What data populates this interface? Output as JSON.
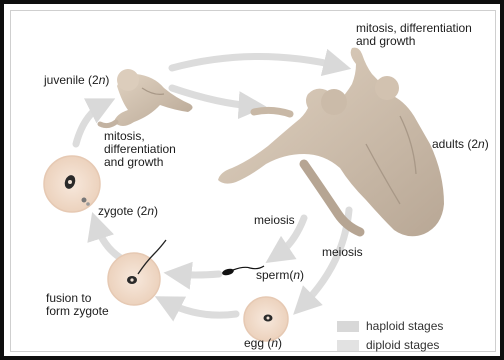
{
  "labels": {
    "mitosis_top": [
      "mitosis, differentiation",
      "and growth"
    ],
    "juvenile": "juvenile (2",
    "juvenile_n": "n",
    "juvenile_close": ")",
    "mitosis_left": [
      "mitosis,",
      "differentiation",
      "and growth"
    ],
    "adults": "adults (2",
    "adults_n": "n",
    "adults_close": ")",
    "zygote": "zygote (2",
    "zygote_n": "n",
    "zygote_close": ")",
    "meiosis_1": "meiosis",
    "meiosis_2": "meiosis",
    "sperm": "sperm(",
    "sperm_n": "n",
    "sperm_close": ")",
    "fusion": [
      "fusion to",
      "form zygote"
    ],
    "egg": "egg (",
    "egg_n": "n",
    "egg_close": ")"
  },
  "legend": {
    "haploid": "haploid stages",
    "diploid": "diploid stages"
  },
  "colors": {
    "arrow": "#dcdcdc",
    "haploid_swatch": "#d8d8d8",
    "diploid_swatch": "#e2e2e2",
    "skin": "#d6c8b7",
    "skin_shadow": "#a89887",
    "cell_fill": "#f3dfcf",
    "cell_edge": "#e6c9b3"
  },
  "icons": [
    "baby-figure-icon",
    "adult-figures-icon",
    "zygote-cell-icon",
    "fusion-cell-icon",
    "egg-cell-icon",
    "sperm-icon"
  ]
}
